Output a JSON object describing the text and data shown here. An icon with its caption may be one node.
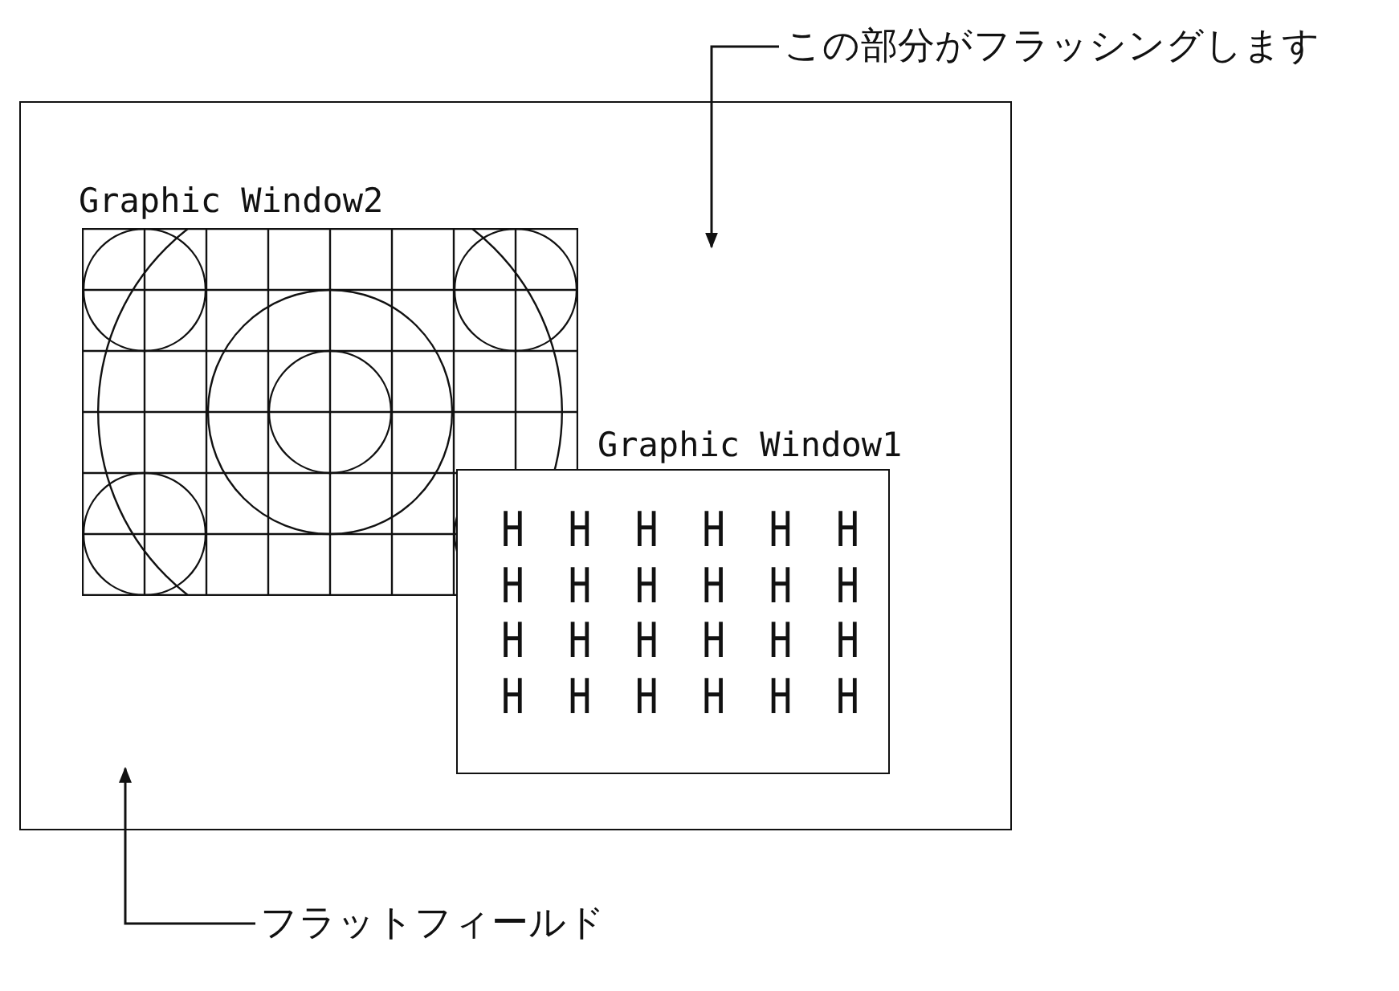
{
  "diagram": {
    "nodes": [
      {
        "text": [],
        "shape": "box"
      },
      {
        "text": [
          "Graphic Window2"
        ],
        "in": 0
      },
      {
        "text": [
          "Graphic Window1",
          "H H H H H H H H H H H H H H H H H H H H H H H H"
        ],
        "in": 0
      },
      {
        "text": [
          "この部分がフラッシングします"
        ]
      },
      {
        "text": [
          "フラットフィールド"
        ]
      }
    ],
    "edges": [
      {
        "from": 3,
        "to": 0,
        "arrow": "to"
      },
      {
        "from": 4,
        "to": 0,
        "arrow": "to"
      }
    ]
  }
}
